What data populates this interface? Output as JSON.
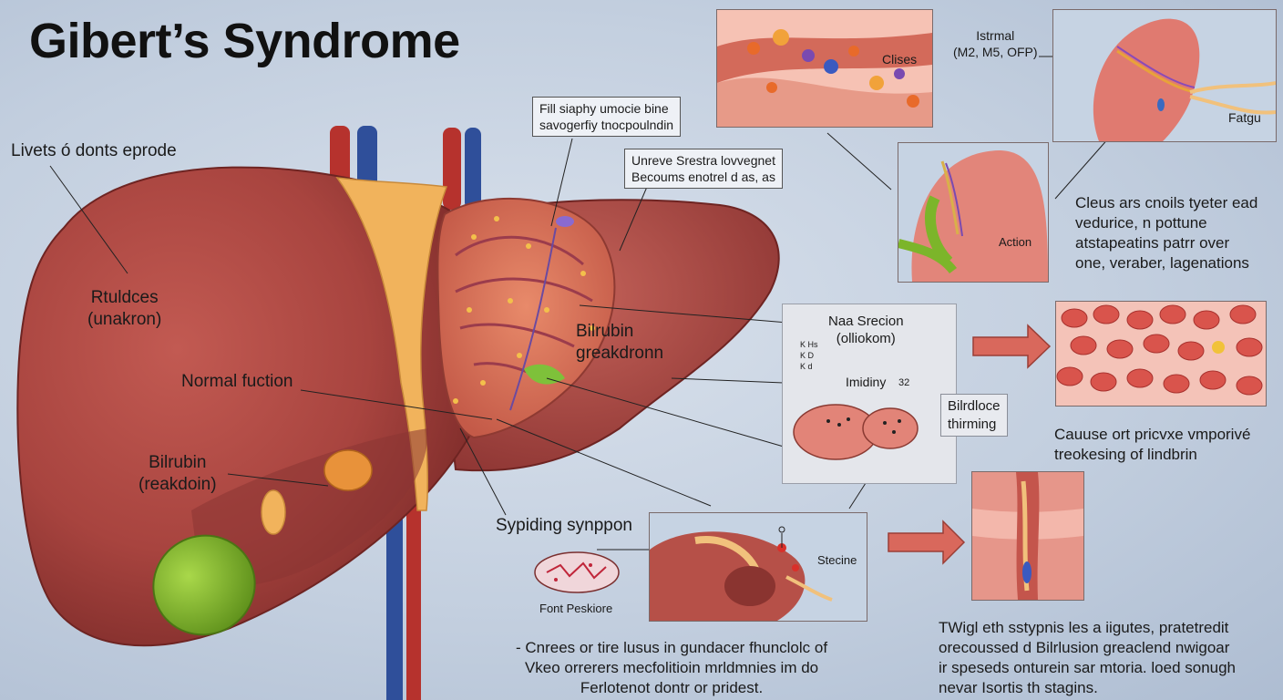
{
  "title": "Gibert’s Syndrome",
  "labels": {
    "livets": "Livets ó donts eprode",
    "rtuldces_1": "Rtuldces",
    "rtuldces_2": "(unakron)",
    "normal_fuction": "Normal fuction",
    "bilrubin_left_1": "Bilrubin",
    "bilrubin_left_2": "(reakdoin)",
    "bilrubin_center_1": "Bilrubin",
    "bilrubin_center_2": "greakdronn",
    "sypiding": "Sypiding synppon",
    "font_peskiore": "Font Peskiore",
    "stecine": "Stecine",
    "clises": "Clises",
    "action": "Action",
    "fatgu": "Fatgu",
    "istrmal_1": "Istrmal",
    "istrmal_2": "(M2, M5, OFP)"
  },
  "boxes": {
    "top_1": "Fill siaphy umocie bine",
    "top_2": "savogerfiy tnocpoulndin",
    "mid_1": "Unreve Srestra lovvegnet",
    "mid_2": "Becoums enotrel d as, as"
  },
  "gray_panel": {
    "title_1": "Naa Srecion",
    "title_2": "(olliokom)",
    "small_1": "K  Hs",
    "small_2": "K    D",
    "small_3": "K  d",
    "imidiny": "Imidiny",
    "num": "32",
    "side_1": "Bilrdloce",
    "side_2": "thirming"
  },
  "paragraphs": {
    "right_top_1": "Cleus ars cnoils tyeter ead",
    "right_top_2": "vedurice, n pottune",
    "right_top_3": "atstapeatins patrr over",
    "right_top_4": "one, veraber, lagenations",
    "right_mid_1": "Cauuse ort pricvxe vmporivé",
    "right_mid_2": "treokesing of lindbrin",
    "bottom_1": "-  Cnrees or tire lusus in gundacer fhunclolc of",
    "bottom_2": "Vkeo orrerers mecfolitioin mrldmnies im do",
    "bottom_3": "Ferlotenot dontr or pridest.",
    "right_bot_1": "TWigl eth sstypnis les a iigutes, pratetredit",
    "right_bot_2": "orecoussed d Bilrlusion greaclend nwigoar",
    "right_bot_3": "ir speseds onturein sar mtoria. loed sonugh",
    "right_bot_4": "nevar Isortis th stagins."
  },
  "colors": {
    "liver": "#a8443f",
    "liver_dark": "#7e2c2a",
    "gallbladder": "#7cb52a",
    "vein_blue": "#2f4f9a",
    "artery_red": "#b6322d",
    "bile_yellow": "#f1b35c",
    "arrow_red": "#d9685c"
  }
}
